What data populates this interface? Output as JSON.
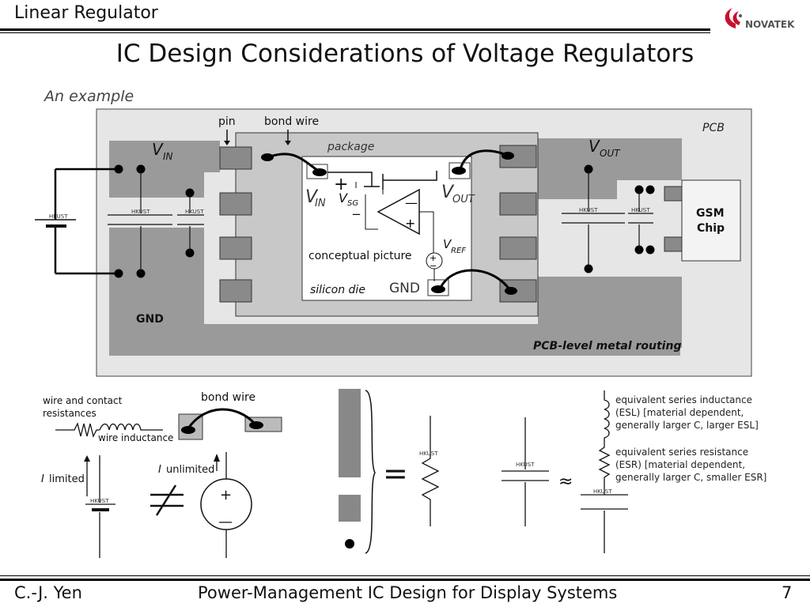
{
  "header": {
    "title": "Linear Regulator",
    "logo_text": "NOVATEK"
  },
  "slide": {
    "title": "IC Design Considerations of Voltage Regulators"
  },
  "top_figure": {
    "caption": "An example",
    "pin": "pin",
    "bond_wire": "bond wire",
    "pcb": "PCB",
    "package": "package",
    "vin": "V",
    "vin_sub": "IN",
    "vout": "V",
    "vout_sub": "OUT",
    "vsg": "V",
    "vsg_sub": "SG",
    "vref": "V",
    "vref_sub": "REF",
    "plus": "+",
    "minus": "_",
    "conceptual_picture": "conceptual picture",
    "silicon_die": "silicon die",
    "gnd_die": "GND",
    "gnd_pcb": "GND",
    "gsm_chip": [
      "GSM",
      "Chip"
    ],
    "pcb_routing": "PCB-level metal routing",
    "hkust": "HKUST"
  },
  "bottom_left": {
    "wire_contact": [
      "wire and contact",
      "resistances"
    ],
    "wire_inductance": "wire inductance",
    "bond_wire": "bond wire",
    "i_limited": "limited",
    "i_unlimited": "unlimited",
    "i_symbol": "I"
  },
  "bottom_right": {
    "esl": [
      "equivalent series inductance",
      "(ESL) [material dependent,",
      "generally larger C, larger ESL]"
    ],
    "esr": [
      "equivalent series resistance",
      "(ESR) [material dependent,",
      "generally larger C,  smaller ESR]"
    ],
    "equals": "=",
    "approx": "≈"
  },
  "footer": {
    "author": "C.-J. Yen",
    "course": "Power-Management IC Design for Display Systems",
    "page": "7"
  }
}
